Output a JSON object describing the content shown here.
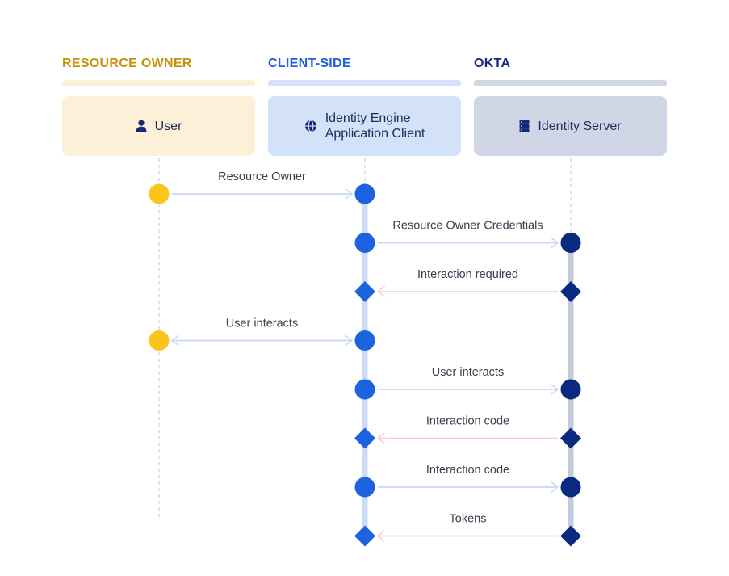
{
  "lanes": [
    {
      "id": "owner",
      "title": "RESOURCE OWNER",
      "title_color": "#c9900c",
      "bar_color": "#fdf0d8",
      "box_color": "#fdf0d8",
      "actor": "User",
      "icon": "user-icon"
    },
    {
      "id": "client",
      "title": "CLIENT-SIDE",
      "title_color": "#1f5ee0",
      "bar_color": "#d4e2f9",
      "box_color": "#d4e2f9",
      "actor": "Identity Engine\nApplication Client",
      "icon": "globe-icon"
    },
    {
      "id": "okta",
      "title": "OKTA",
      "title_color": "#14287a",
      "bar_color": "#d0d6e5",
      "box_color": "#d0d6e5",
      "actor": "Identity Server",
      "icon": "server-icon"
    }
  ],
  "colors": {
    "owner_node": "#fbc41a",
    "client_node": "#1d63e0",
    "okta_node": "#082a80",
    "forward_arrow": "#c9d6f3",
    "return_arrow": "#f6cfcb",
    "client_active": "#ccdbf6",
    "okta_active": "#c3cad9",
    "lifeline": "#d7dae2"
  },
  "messages": [
    {
      "label": "Resource Owner",
      "from": "owner",
      "to": "client",
      "kind": "forward",
      "shape": "circle"
    },
    {
      "label": "Resource Owner Credentials",
      "from": "client",
      "to": "okta",
      "kind": "forward",
      "shape": "circle"
    },
    {
      "label": "Interaction required",
      "from": "okta",
      "to": "client",
      "kind": "return",
      "shape": "diamond"
    },
    {
      "label": "User interacts",
      "from": "client",
      "to": "owner",
      "kind": "bidirectional",
      "shape": "circle"
    },
    {
      "label": "User interacts",
      "from": "client",
      "to": "okta",
      "kind": "forward",
      "shape": "circle"
    },
    {
      "label": "Interaction code",
      "from": "okta",
      "to": "client",
      "kind": "return",
      "shape": "diamond"
    },
    {
      "label": "Interaction code",
      "from": "client",
      "to": "okta",
      "kind": "forward",
      "shape": "circle"
    },
    {
      "label": "Tokens",
      "from": "okta",
      "to": "client",
      "kind": "return",
      "shape": "diamond"
    }
  ]
}
